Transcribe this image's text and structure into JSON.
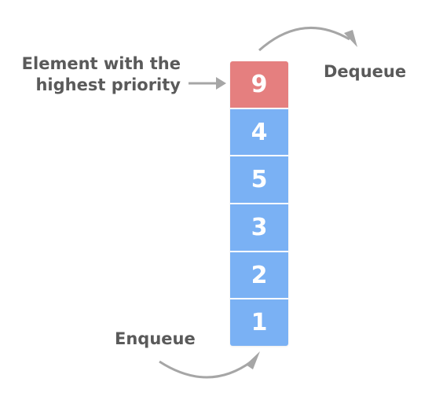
{
  "labels": {
    "highest_priority_line1": "Element with the",
    "highest_priority_line2": "highest priority",
    "dequeue": "Dequeue",
    "enqueue": "Enqueue"
  },
  "queue": {
    "items": [
      {
        "value": "9",
        "highlight": true
      },
      {
        "value": "4",
        "highlight": false
      },
      {
        "value": "5",
        "highlight": false
      },
      {
        "value": "3",
        "highlight": false
      },
      {
        "value": "2",
        "highlight": false
      },
      {
        "value": "1",
        "highlight": false
      }
    ]
  },
  "colors": {
    "highlight": "#e57f7f",
    "normal": "#7ab1f4",
    "arrow": "#a6a6a6",
    "text": "#5a5a5a"
  },
  "icons": {
    "pointer_arrow": "arrow-right-icon",
    "dequeue_arrow": "curved-arrow-icon",
    "enqueue_arrow": "curved-arrow-icon"
  }
}
